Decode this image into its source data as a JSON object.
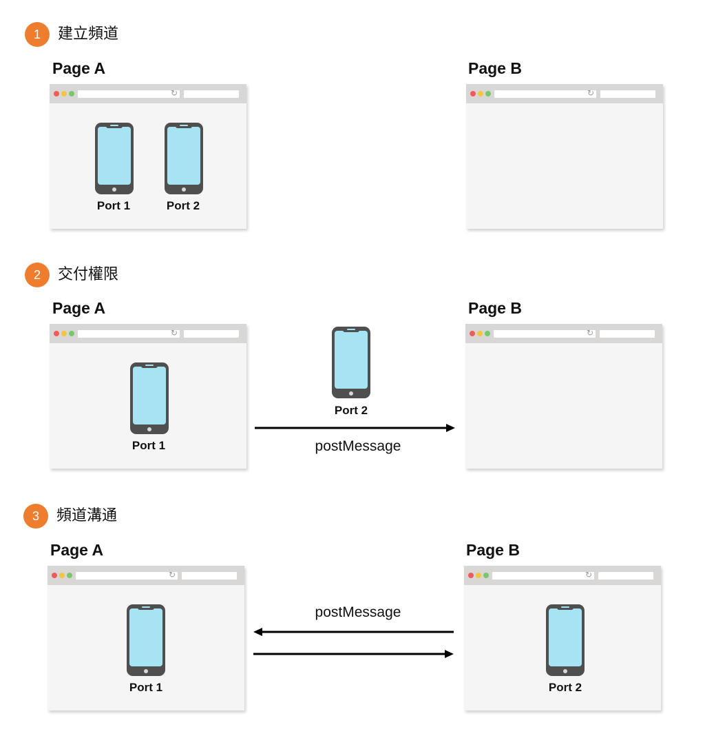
{
  "steps": [
    {
      "number": "1",
      "title": "建立頻道",
      "page_a": {
        "title": "Page A",
        "ports": [
          "Port 1",
          "Port 2"
        ]
      },
      "page_b": {
        "title": "Page B",
        "ports": []
      }
    },
    {
      "number": "2",
      "title": "交付權限",
      "page_a": {
        "title": "Page A",
        "ports": [
          "Port 1"
        ]
      },
      "transfer": {
        "port": "Port 2",
        "message": "postMessage",
        "direction": "A-to-B"
      },
      "page_b": {
        "title": "Page B",
        "ports": []
      }
    },
    {
      "number": "3",
      "title": "頻道溝通",
      "page_a": {
        "title": "Page A",
        "ports": [
          "Port 1"
        ]
      },
      "exchange": {
        "message": "postMessage",
        "direction": "bidirectional"
      },
      "page_b": {
        "title": "Page B",
        "ports": [
          "Port 2"
        ]
      }
    }
  ],
  "browser_icons": {
    "reload": "reload-icon",
    "reload_glyph": "↻"
  },
  "colors": {
    "badge": "#ef7d2e",
    "phone_body": "#4f4f4f",
    "phone_screen": "#a6e4f3",
    "browser_bar": "#d9d7d5",
    "browser_body": "#f5f5f5",
    "dot_red": "#f05a5a",
    "dot_yellow": "#f2c641",
    "dot_green": "#75c96a"
  }
}
